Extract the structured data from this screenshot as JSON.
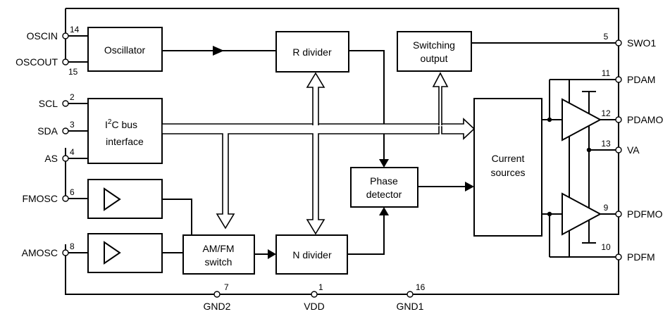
{
  "pins": {
    "oscin": {
      "name": "OSCIN",
      "num": "14"
    },
    "oscout": {
      "name": "OSCOUT",
      "num": "15"
    },
    "scl": {
      "name": "SCL",
      "num": "2"
    },
    "sda": {
      "name": "SDA",
      "num": "3"
    },
    "as": {
      "name": "AS",
      "num": "4"
    },
    "fmosc": {
      "name": "FMOSC",
      "num": "6"
    },
    "amosc": {
      "name": "AMOSC",
      "num": "8"
    },
    "swo1": {
      "name": "SWO1",
      "num": "5"
    },
    "pdam": {
      "name": "PDAM",
      "num": "11"
    },
    "pdamo": {
      "name": "PDAMO",
      "num": "12"
    },
    "va": {
      "name": "VA",
      "num": "13"
    },
    "pdfmo": {
      "name": "PDFMO",
      "num": "9"
    },
    "pdfm": {
      "name": "PDFM",
      "num": "10"
    },
    "gnd2": {
      "name": "GND2",
      "num": "7"
    },
    "vdd": {
      "name": "VDD",
      "num": "1"
    },
    "gnd1": {
      "name": "GND1",
      "num": "16"
    }
  },
  "blocks": {
    "oscillator": {
      "line1": "Oscillator"
    },
    "r_divider": {
      "line1": "R divider"
    },
    "switching_output": {
      "line1": "Switching",
      "line2": "output"
    },
    "i2c": {
      "line1_main": "I",
      "line1_sup": "2",
      "line1_rest": "C bus",
      "line2": "interface"
    },
    "phase_detector": {
      "line1": "Phase",
      "line2": "detector"
    },
    "current_sources": {
      "line1": "Current",
      "line2": "sources"
    },
    "amfm_switch": {
      "line1": "AM/FM",
      "line2": "switch"
    },
    "n_divider": {
      "line1": "N divider"
    }
  }
}
